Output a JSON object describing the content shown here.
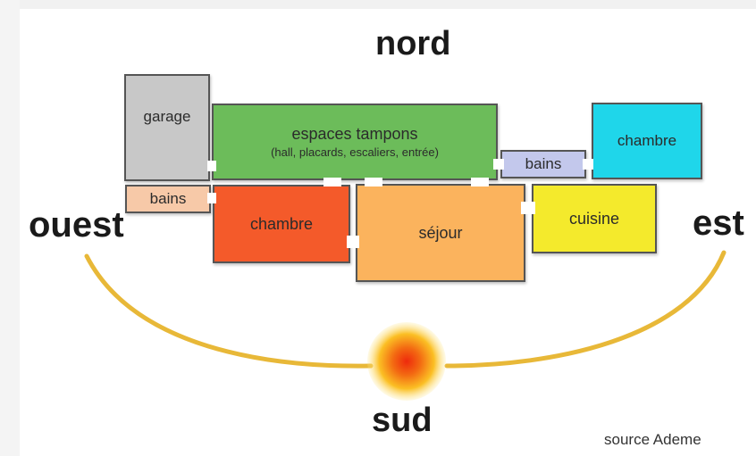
{
  "directions": {
    "north": "nord",
    "south": "sud",
    "west": "ouest",
    "east": "est"
  },
  "rooms": {
    "garage": "garage",
    "buffer_title": "espaces tampons",
    "buffer_detail": "(hall, placards, escaliers, entrée)",
    "bath_west": "bains",
    "bedroom_west": "chambre",
    "living": "séjour",
    "bath_east": "bains",
    "bedroom_east": "chambre",
    "kitchen": "cuisine"
  },
  "source": "source Ademe",
  "colors": {
    "garage": "#c8c8c8",
    "buffer": "#6cbc5a",
    "bath_west": "#f7c9a8",
    "bedroom_west": "#f45a2a",
    "living": "#fbb35d",
    "bath_east": "#c3c8ec",
    "bedroom_east": "#1fd6ea",
    "kitchen": "#f4ea2c",
    "sun_arc": "#e8b838",
    "sun_core": "#ef3a10"
  }
}
